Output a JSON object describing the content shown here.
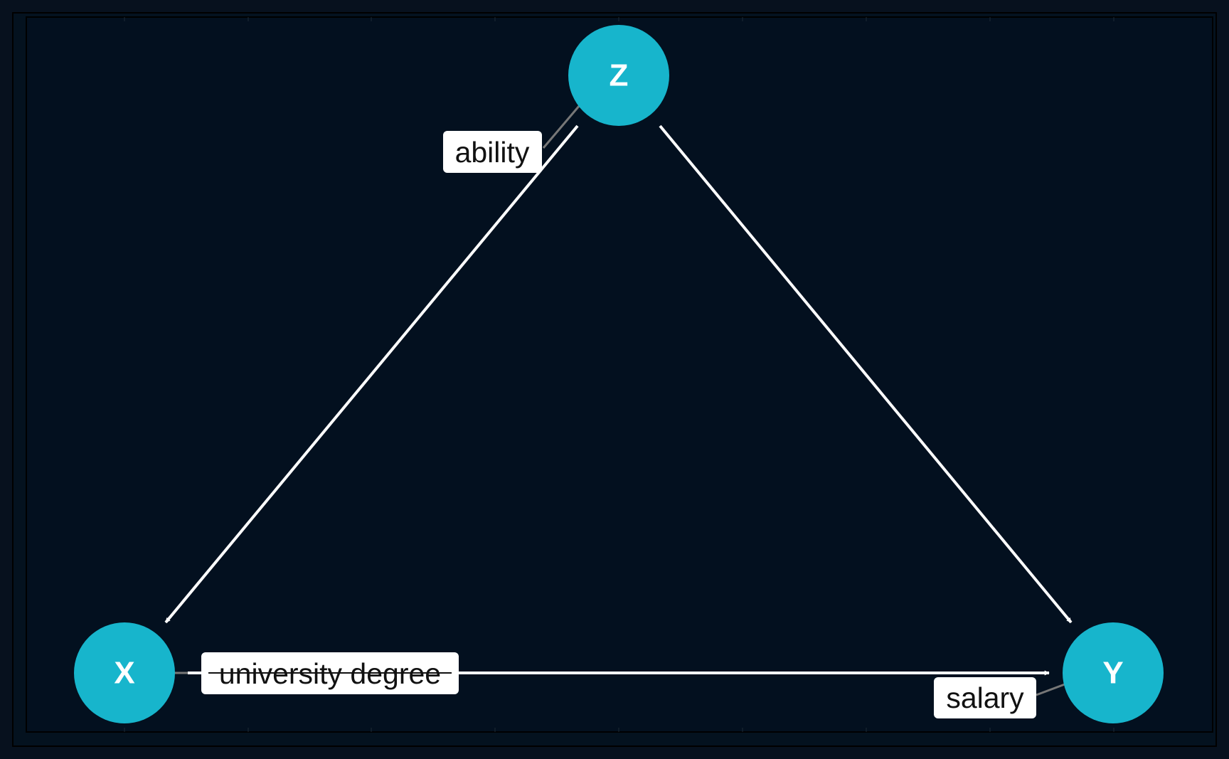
{
  "diagram": {
    "colors": {
      "background": "#07111e",
      "panel": "#03101f",
      "node_fill": "#17b5cc",
      "node_text": "#ffffff",
      "edge": "#ffffff",
      "leader": "#777777",
      "label_fill": "#ffffff",
      "label_text": "#111111"
    },
    "nodes": [
      {
        "id": "z",
        "label": "Z",
        "description": "ability"
      },
      {
        "id": "x",
        "label": "X",
        "description": "university degree"
      },
      {
        "id": "y",
        "label": "Y",
        "description": "salary"
      }
    ],
    "edges": [
      {
        "from": "z",
        "to": "x"
      },
      {
        "from": "z",
        "to": "y"
      },
      {
        "from": "x",
        "to": "y"
      }
    ]
  }
}
